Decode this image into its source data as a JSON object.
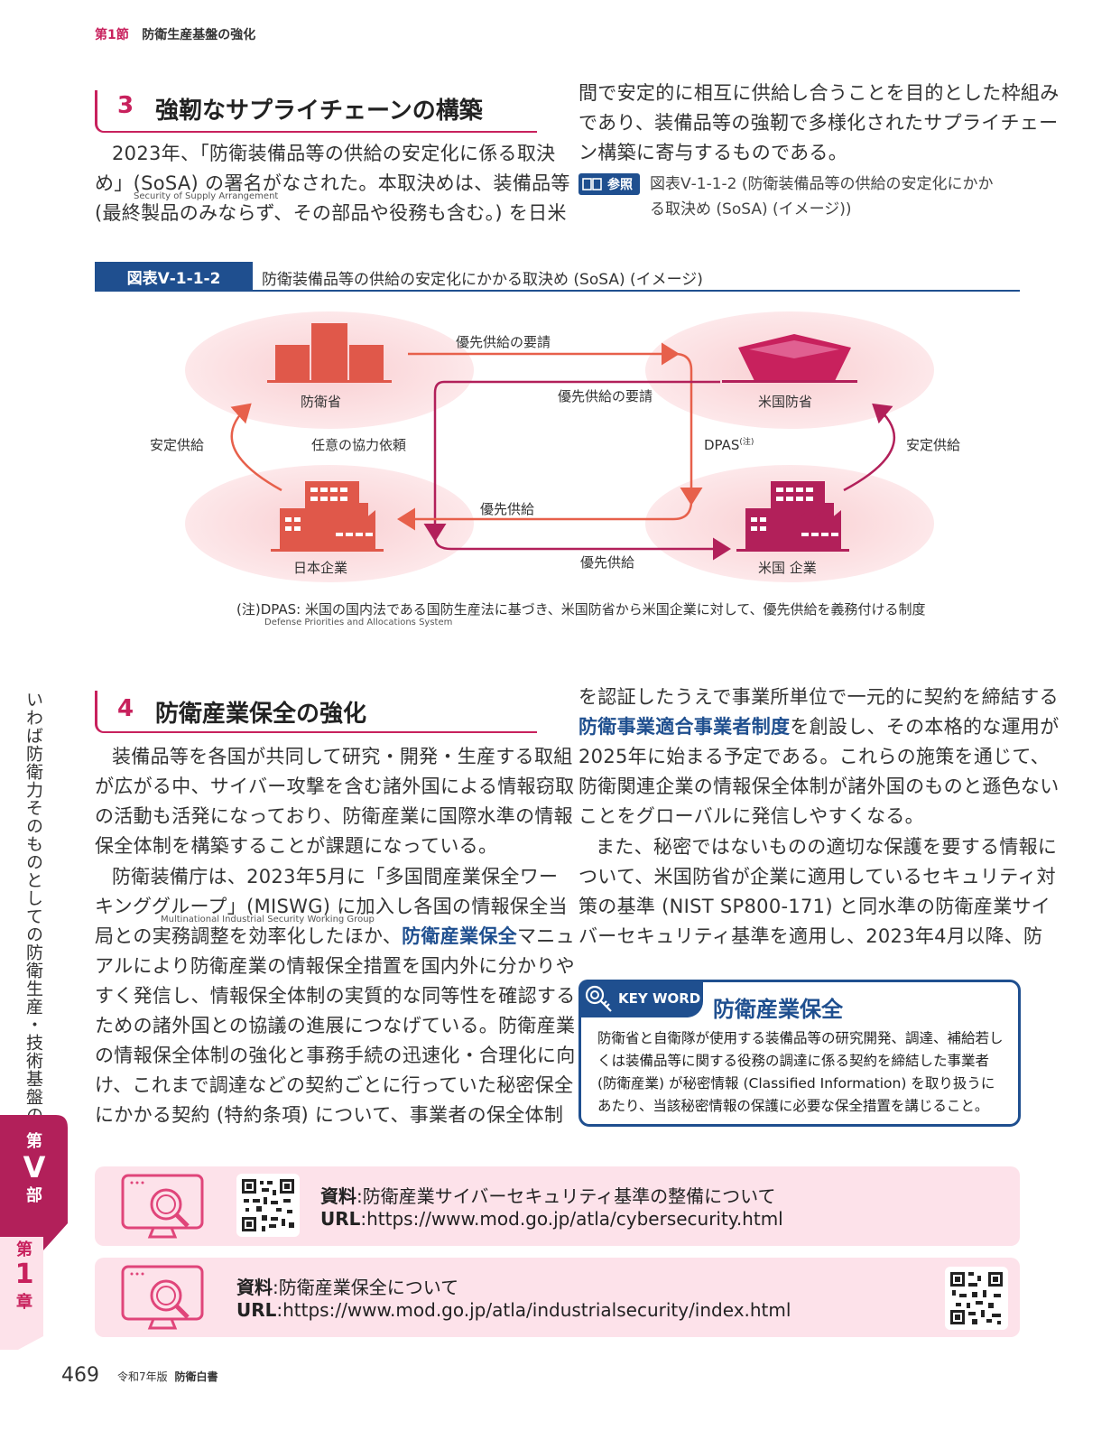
{
  "header": {
    "section": "第1節",
    "title": "防衛生産基盤の強化"
  },
  "sec3": {
    "num": "3",
    "title": "強靭なサプライチェーンの構築",
    "lines": [
      "2023年、「防衛装備品等の供給の安定化に係る取決",
      "め」(SoSA) の署名がなされた。本取決めは、装備品等",
      "(最終製品のみならず、その部品や役務も含む。) を日米"
    ],
    "ruby": "Security of Supply Arrangement",
    "right_lines": [
      "間で安定的に相互に供給し合うことを目的とした枠組み",
      "であり、装備品等の強靭で多様化されたサプライチェー",
      "ン構築に寄与するものである。"
    ],
    "ref_badge": "参照",
    "ref_lines": [
      "図表Ⅴ-1-1-2 (防衛装備品等の供給の安定化にかか",
      "る取決め (SoSA) (イメージ))"
    ]
  },
  "figure": {
    "id": "図表Ⅴ-1-1-2",
    "title": "防衛装備品等の供給の安定化にかかる取決め (SoSA) (イメージ)",
    "labels": {
      "mod": "防衛省",
      "dod": "米国防省",
      "jp_company": "日本企業",
      "us_company": "米国 企業",
      "req_top": "優先供給の要請",
      "req_mid": "優先供給の要請",
      "stable_left": "安定供給",
      "stable_right": "安定供給",
      "voluntary": "任意の協力依頼",
      "dpas": "DPAS",
      "dpas_note": "(注)",
      "prio_mid": "優先供給",
      "prio_bottom": "優先供給"
    },
    "note": "(注)DPAS: 米国の国内法である国防生産法に基づき、米国防省から米国企業に対して、優先供給を義務付ける制度",
    "note_ruby": "Defense Priorities and Allocations System"
  },
  "sec4": {
    "num": "4",
    "title": "防衛産業保全の強化",
    "left_lines": [
      "装備品等を各国が共同して研究・開発・生産する取組",
      "が広がる中、サイバー攻撃を含む諸外国による情報窃取",
      "の活動も活発になっており、防衛産業に国際水準の情報",
      "保全体制を構築することが課題になっている。",
      "防衛装備庁は、2023年5月に「多国間産業保全ワー",
      "キンググループ」(MISWG) に加入し各国の情報保全当",
      "局との実務調整を効率化したほか、",
      "アルにより防衛産業の情報保全措置を国内外に分かりや",
      "すく発信し、情報保全体制の実質的な同等性を確認する",
      "ための諸外国との協議の進展につなげている。防衛産業",
      "の情報保全体制の強化と事務手続の迅速化・合理化に向",
      "け、これまで調達などの契約ごとに行っていた秘密保全",
      "にかかる契約 (特約条項) について、事業者の保全体制"
    ],
    "line7_hl": "防衛産業保全",
    "line7_tail": "マニュ",
    "ruby": "Multinational Industrial Security Working Group",
    "right_line1": "を認証したうえで事業所単位で一元的に契約を締結する",
    "right_line2_hl": "防衛事業適合事業者制度",
    "right_line2_tail": "を創設し、その本格的な運用が",
    "right_lines": [
      "2025年に始まる予定である。これらの施策を通じて、",
      "防衛関連企業の情報保全体制が諸外国のものと遜色ない",
      "ことをグローバルに発信しやすくなる。",
      "また、秘密ではないものの適切な保護を要する情報に",
      "ついて、米国防省が企業に適用しているセキュリティ対",
      "策の基準 (NIST SP800-171) と同水準の防衛産業サイ",
      "バーセキュリティ基準を適用し、2023年4月以降、防"
    ]
  },
  "keyword": {
    "badge": "KEY WORD",
    "title": "防衛産業保全",
    "lines": [
      "防衛省と自衛隊が使用する装備品等の研究開発、調達、補給若し",
      "くは装備品等に関する役務の調達に係る契約を締結した事業者",
      "(防衛産業) が秘密情報 (Classified Information) を取り扱うに",
      "あたり、当該秘密情報の保護に必要な保全措置を講じること。"
    ]
  },
  "resources": [
    {
      "label": "資料",
      "text": ":防衛産業サイバーセキュリティ基準の整備について",
      "url_label": "URL",
      "url": ":https://www.mod.go.jp/atla/cybersecurity.html"
    },
    {
      "label": "資料",
      "text": ":防衛産業保全について",
      "url_label": "URL",
      "url": ":https://www.mod.go.jp/atla/industrialsecurity/index.html"
    }
  ],
  "side": {
    "vertical": "いわば防衛力そのものとしての防衛生産・技術基盤の強化",
    "tab_part": [
      "第",
      "V",
      "部"
    ],
    "tab_chapter": [
      "第",
      "1",
      "章"
    ]
  },
  "footer": {
    "page": "469",
    "edition": "令和7年版",
    "book": "防衛白書"
  },
  "colors": {
    "accent": "#c8215d",
    "navy": "#1f4f8f",
    "factory_jp": "#e0584a",
    "factory_us": "#b2205a",
    "pink_bg": "#fde2ea"
  }
}
